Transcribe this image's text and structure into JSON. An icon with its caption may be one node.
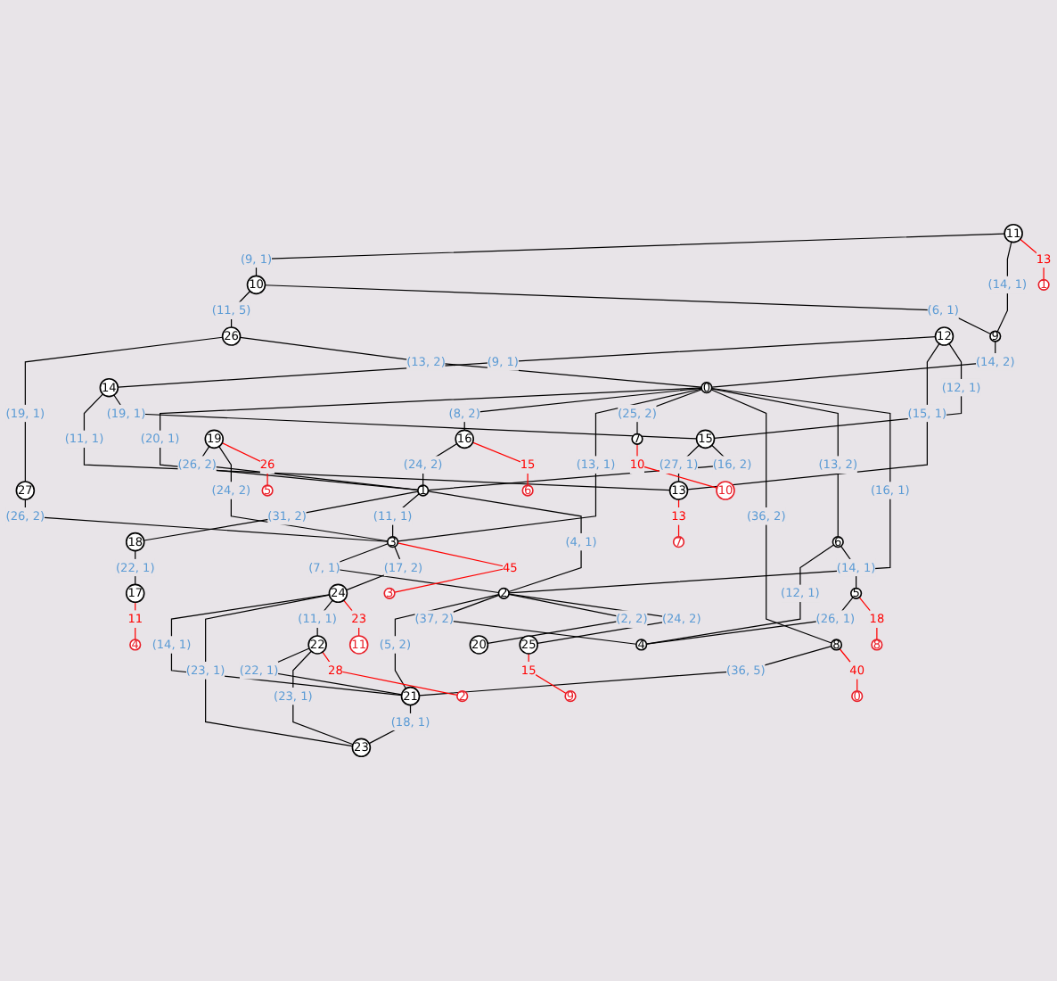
{
  "diagram": {
    "nodes": [
      {
        "text": [
          "0"
        ]
      },
      {
        "text": [
          "1"
        ]
      },
      {
        "text": [
          "2"
        ]
      },
      {
        "text": [
          "3"
        ]
      },
      {
        "text": [
          "4"
        ]
      },
      {
        "text": [
          "5"
        ]
      },
      {
        "text": [
          "6"
        ]
      },
      {
        "text": [
          "7"
        ]
      },
      {
        "text": [
          "8"
        ]
      },
      {
        "text": [
          "9"
        ]
      },
      {
        "text": [
          "10"
        ]
      },
      {
        "text": [
          "11"
        ]
      },
      {
        "text": [
          "12"
        ]
      },
      {
        "text": [
          "13"
        ]
      },
      {
        "text": [
          "14"
        ]
      },
      {
        "text": [
          "15"
        ]
      },
      {
        "text": [
          "16"
        ]
      },
      {
        "text": [
          "17"
        ]
      },
      {
        "text": [
          "18"
        ]
      },
      {
        "text": [
          "19"
        ]
      },
      {
        "text": [
          "20"
        ]
      },
      {
        "text": [
          "21"
        ]
      },
      {
        "text": [
          "22"
        ]
      },
      {
        "text": [
          "23"
        ]
      },
      {
        "text": [
          "24"
        ]
      },
      {
        "text": [
          "25"
        ]
      },
      {
        "text": [
          "26"
        ]
      },
      {
        "text": [
          "27"
        ]
      },
      {
        "text": [
          "0"
        ]
      },
      {
        "text": [
          "1"
        ]
      },
      {
        "text": [
          "2"
        ]
      },
      {
        "text": [
          "3"
        ]
      },
      {
        "text": [
          "4"
        ]
      },
      {
        "text": [
          "5"
        ]
      },
      {
        "text": [
          "6"
        ]
      },
      {
        "text": [
          "7"
        ]
      },
      {
        "text": [
          "8"
        ]
      },
      {
        "text": [
          "9"
        ]
      },
      {
        "text": [
          "10"
        ]
      },
      {
        "text": [
          "11"
        ]
      }
    ],
    "edges": [
      {
        "from": 12,
        "to": 14,
        "arrow": "none",
        "label": "(9, 1)"
      },
      {
        "from": 12,
        "to": 13,
        "arrow": "none",
        "label": "(15, 1)"
      },
      {
        "from": 12,
        "to": 15,
        "arrow": "none",
        "label": "(12, 1)"
      },
      {
        "from": 14,
        "to": 13,
        "arrow": "none",
        "label": "(11, 1)"
      },
      {
        "from": 14,
        "to": 15,
        "arrow": "none",
        "label": "(19, 1)"
      },
      {
        "from": 15,
        "to": 13,
        "arrow": "none",
        "label": "(27, 1)"
      },
      {
        "from": 15,
        "to": 1,
        "arrow": "none",
        "label": "(16, 2)"
      },
      {
        "from": 19,
        "to": 1,
        "arrow": "none",
        "label": "(26, 2)"
      },
      {
        "from": 19,
        "to": 3,
        "arrow": "none",
        "label": "(24, 2)"
      },
      {
        "from": 16,
        "to": 1,
        "arrow": "none",
        "label": "(24, 2)"
      },
      {
        "from": 27,
        "to": 3,
        "arrow": "none",
        "label": "(26, 2)"
      },
      {
        "from": 1,
        "to": 18,
        "arrow": "none",
        "label": "(31, 2)"
      },
      {
        "from": 18,
        "to": 17,
        "arrow": "none",
        "label": "(22, 1)"
      },
      {
        "from": 1,
        "to": 3,
        "arrow": "none",
        "label": "(11, 1)"
      },
      {
        "from": 0,
        "to": 1,
        "arrow": "none",
        "label": "(20, 1)"
      },
      {
        "from": 1,
        "to": 2,
        "arrow": "none",
        "label": "(4, 1)"
      },
      {
        "from": 0,
        "to": 16,
        "arrow": "none",
        "label": "(8, 2)"
      },
      {
        "from": 26,
        "to": 27,
        "arrow": "none",
        "label": "(19, 1)"
      },
      {
        "from": 10,
        "to": 26,
        "arrow": "none",
        "label": "(11, 5)"
      },
      {
        "from": 11,
        "to": 10,
        "arrow": "none",
        "label": "(9, 1)"
      },
      {
        "from": 10,
        "to": 9,
        "arrow": "none",
        "label": "(6, 1)"
      },
      {
        "from": 11,
        "to": 9,
        "arrow": "none",
        "label": "(14, 1)"
      },
      {
        "from": 26,
        "to": 0,
        "arrow": "none",
        "label": "(13, 2)"
      },
      {
        "from": 9,
        "to": 0,
        "arrow": "none",
        "label": "(14, 2)"
      },
      {
        "from": 0,
        "to": 3,
        "arrow": "none",
        "label": "(13, 1)"
      },
      {
        "from": 0,
        "to": 7,
        "arrow": "none",
        "label": "(25, 2)"
      },
      {
        "from": 0,
        "to": 8,
        "arrow": "none",
        "label": "(36, 2)"
      },
      {
        "from": 0,
        "to": 6,
        "arrow": "none",
        "label": "(13, 2)"
      },
      {
        "from": 0,
        "to": 2,
        "arrow": "none",
        "label": "(16, 1)"
      },
      {
        "from": 3,
        "to": 2,
        "arrow": "none",
        "label": "(7, 1)"
      },
      {
        "from": 3,
        "to": 24,
        "arrow": "none",
        "label": "(17, 2)"
      },
      {
        "from": 24,
        "to": 21,
        "arrow": "none",
        "label": "(14, 1)"
      },
      {
        "from": 24,
        "to": 23,
        "arrow": "none",
        "label": "(23, 1)"
      },
      {
        "from": 24,
        "to": 22,
        "arrow": "none",
        "label": "(11, 1)"
      },
      {
        "from": 22,
        "to": 21,
        "arrow": "none",
        "label": "(22, 1)"
      },
      {
        "from": 22,
        "to": 23,
        "arrow": "none",
        "label": "(23, 1)"
      },
      {
        "from": 21,
        "to": 23,
        "arrow": "none",
        "label": "(18, 1)"
      },
      {
        "from": 2,
        "to": 21,
        "arrow": "none",
        "label": "(5, 2)"
      },
      {
        "from": 8,
        "to": 21,
        "arrow": "none",
        "label": "(36, 5)"
      },
      {
        "from": 2,
        "to": 4,
        "arrow": "none",
        "label": "(37, 2)"
      },
      {
        "from": 6,
        "to": 4,
        "arrow": "none",
        "label": "(12, 1)"
      },
      {
        "from": 6,
        "to": 5,
        "arrow": "none",
        "label": "(14, 1)"
      },
      {
        "from": 5,
        "to": 4,
        "arrow": "none",
        "label": "(26, 1)"
      },
      {
        "from": 2,
        "to": 20,
        "arrow": "none",
        "label": "(2, 2)"
      },
      {
        "from": 2,
        "to": 25,
        "arrow": "none",
        "label": "(24, 2)"
      },
      {
        "from": 11,
        "to": 29,
        "arrow": "none",
        "label": "13",
        "color": "#ff0000"
      },
      {
        "from": 16,
        "to": 34,
        "arrow": "none",
        "label": "15",
        "color": "#ff0000"
      },
      {
        "from": 13,
        "to": 35,
        "arrow": "none",
        "label": "13",
        "color": "#ff0000"
      },
      {
        "from": 19,
        "to": 33,
        "arrow": "none",
        "label": "26",
        "color": "#ff0000"
      },
      {
        "from": 17,
        "to": 32,
        "arrow": "none",
        "label": "11",
        "color": "#ff0000"
      },
      {
        "from": 3,
        "to": 31,
        "arrow": "none",
        "label": "45",
        "color": "#ff0000"
      },
      {
        "from": 24,
        "to": 39,
        "arrow": "none",
        "label": "23",
        "color": "#ff0000"
      },
      {
        "from": 22,
        "to": 30,
        "arrow": "none",
        "label": "28",
        "color": "#ff0000"
      },
      {
        "from": 25,
        "to": 37,
        "arrow": "none",
        "label": "15",
        "color": "#ff0000"
      },
      {
        "from": 7,
        "to": 38,
        "arrow": "none",
        "label": "10",
        "color": "#ff0000"
      },
      {
        "from": 8,
        "to": 28,
        "arrow": "none",
        "label": "40",
        "color": "#ff0000"
      },
      {
        "from": 5,
        "to": 36,
        "arrow": "none",
        "label": "18",
        "color": "#ff0000"
      }
    ]
  }
}
